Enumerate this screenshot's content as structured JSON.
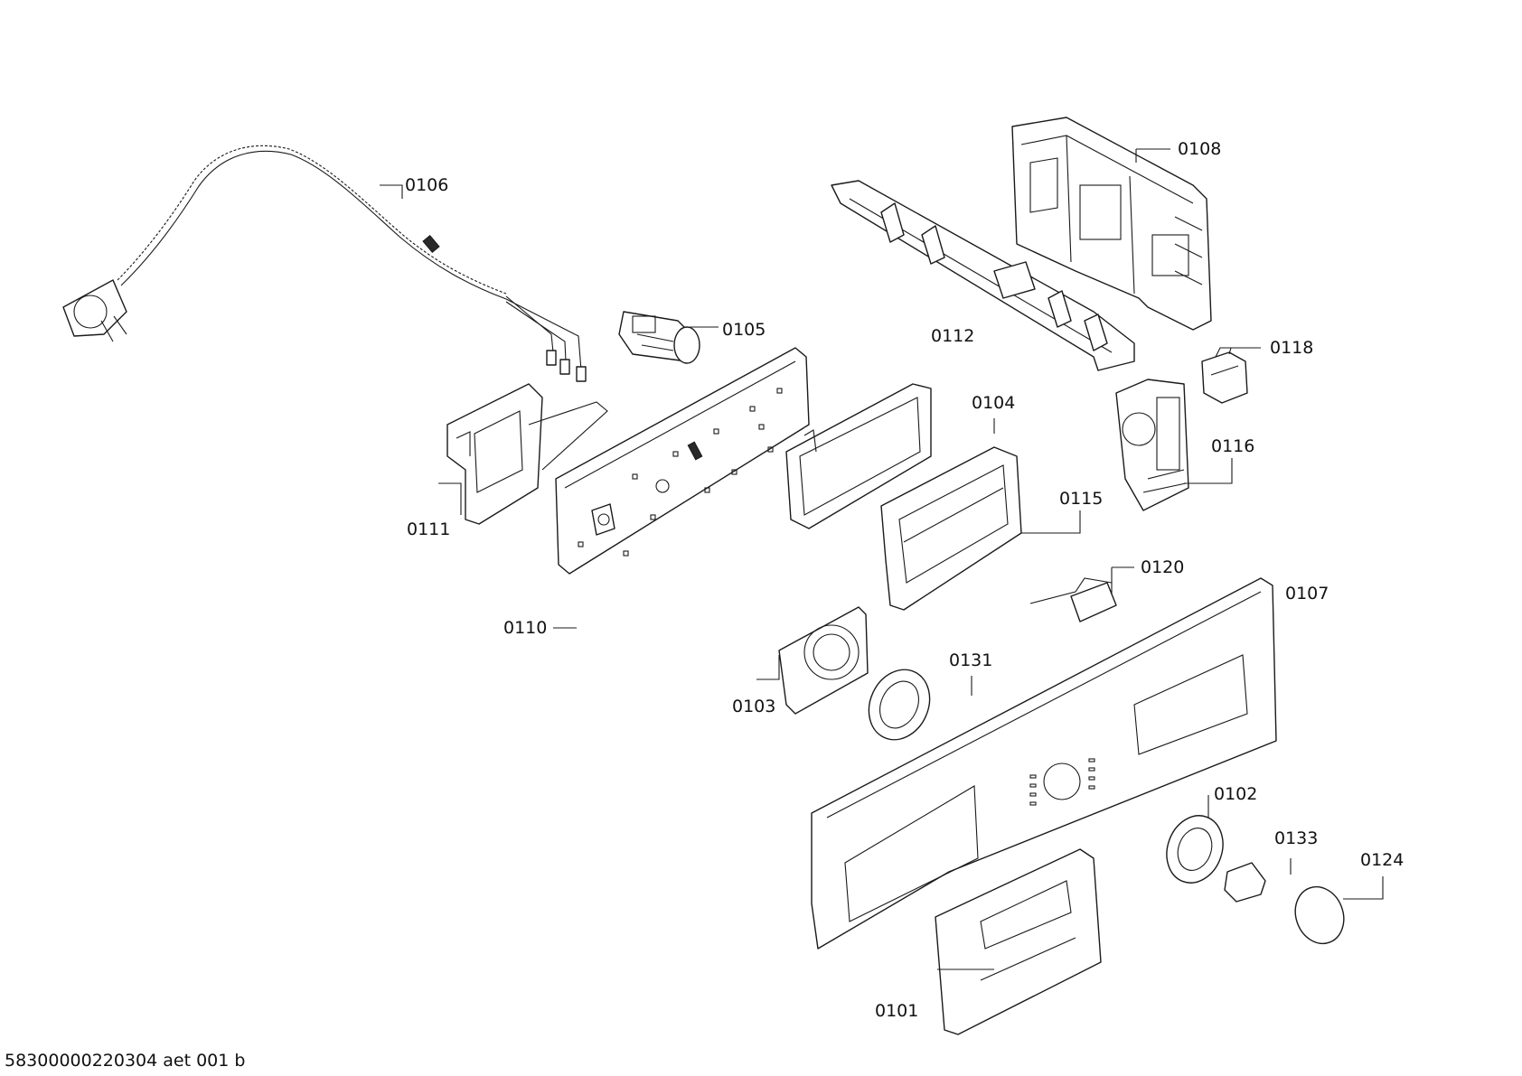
{
  "callouts": {
    "c0106": "0106",
    "c0105": "0105",
    "c0108": "0108",
    "c0112": "0112",
    "c0118": "0118",
    "c0104": "0104",
    "c0116": "0116",
    "c0111": "0111",
    "c0115": "0115",
    "c0120": "0120",
    "c0107": "0107",
    "c0110": "0110",
    "c0131": "0131",
    "c0103": "0103",
    "c0102": "0102",
    "c0133": "0133",
    "c0124": "0124",
    "c0101": "0101"
  },
  "document_id": "58300000220304 aet 001 b"
}
